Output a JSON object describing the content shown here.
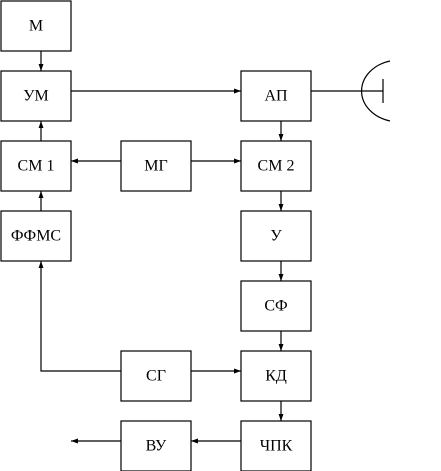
{
  "blocks": {
    "m": "М",
    "um": "УМ",
    "ap": "АП",
    "sm1": "СМ 1",
    "mg": "МГ",
    "sm2": "СМ 2",
    "ffms": "ФФМС",
    "u": "У",
    "sf": "СФ",
    "sg": "СГ",
    "kd": "КД",
    "vu": "ВУ",
    "chpk": "ЧПК"
  },
  "colors": {
    "stroke": "#000000",
    "fill": "#ffffff"
  },
  "antenna_icon": "dish-antenna-icon"
}
